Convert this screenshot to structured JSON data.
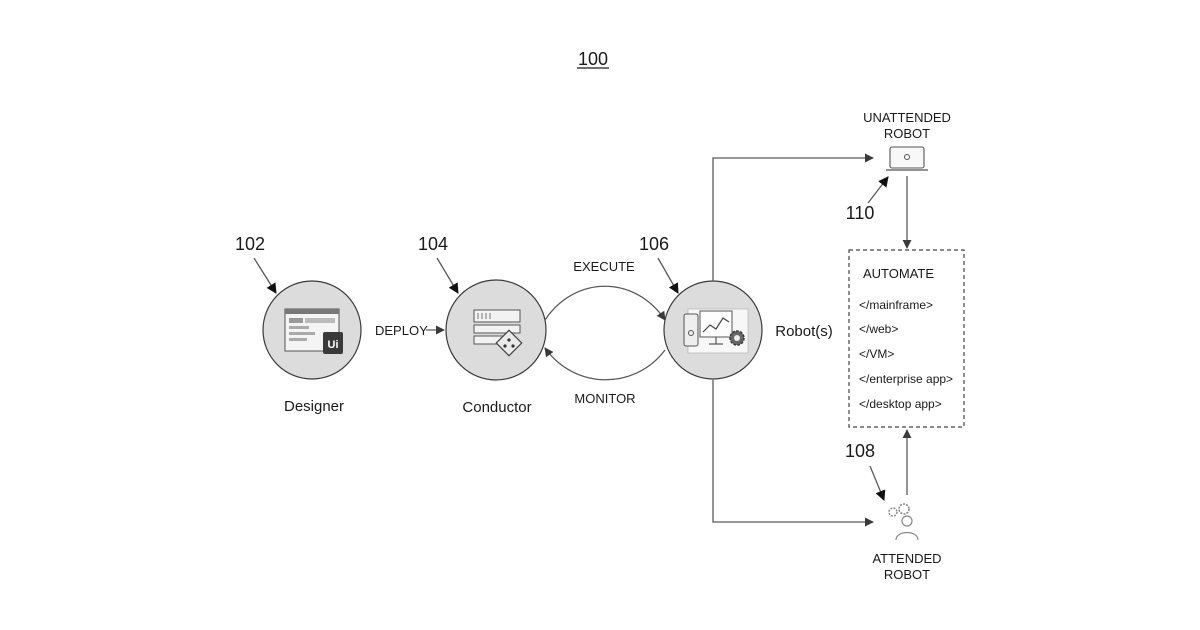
{
  "figure_number": "100",
  "nodes": {
    "designer": {
      "ref": "102",
      "caption": "Designer"
    },
    "conductor": {
      "ref": "104",
      "caption": "Conductor"
    },
    "robots": {
      "ref": "106",
      "caption": "Robot(s)"
    },
    "unattended": {
      "ref": "110",
      "caption_line1": "UNATTENDED",
      "caption_line2": "ROBOT"
    },
    "attended": {
      "ref": "108",
      "caption_line1": "ATTENDED",
      "caption_line2": "ROBOT"
    }
  },
  "edges": {
    "deploy": "DEPLOY",
    "execute": "EXECUTE",
    "monitor": "MONITOR"
  },
  "automate_box": {
    "title": "AUTOMATE",
    "items": [
      "</mainframe>",
      "</web>",
      "</VM>",
      "</enterprise app>",
      "</desktop app>"
    ]
  },
  "icons": {
    "designer": "ui-designer-window-icon",
    "conductor": "orchestrator-server-icon",
    "robots": "robot-monitor-analytics-icon",
    "unattended": "laptop-icon",
    "attended": "person-with-gears-icon"
  }
}
